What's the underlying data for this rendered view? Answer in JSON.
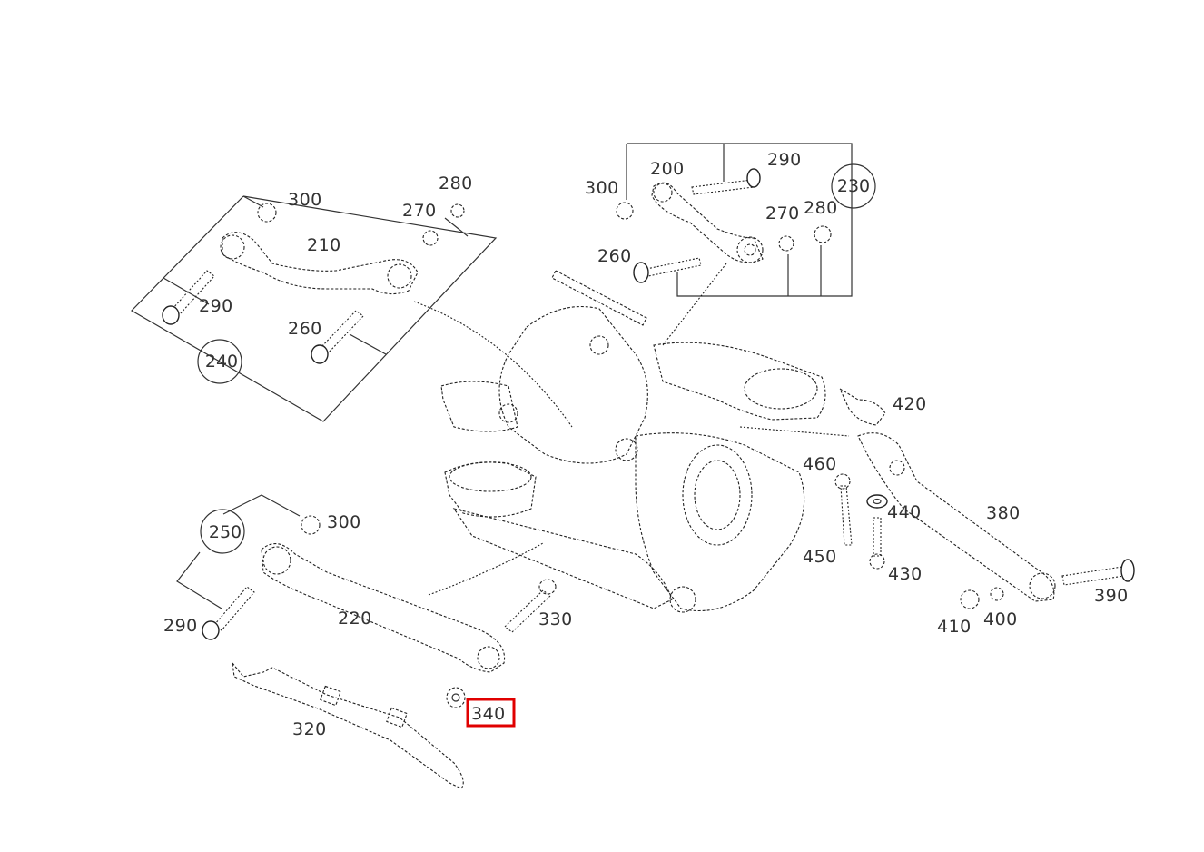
{
  "diagram": {
    "labels": {
      "p200": "200",
      "p290a": "290",
      "p230": "230",
      "p300a": "300",
      "p270a": "270",
      "p280a": "280",
      "p260a": "260",
      "p300b": "300",
      "p280b": "280",
      "p270b": "270",
      "p210": "210",
      "p290b": "290",
      "p260b": "260",
      "p240": "240",
      "p420": "420",
      "p460": "460",
      "p440": "440",
      "p380": "380",
      "p450": "450",
      "p430": "430",
      "p390": "390",
      "p410": "410",
      "p400": "400",
      "p250": "250",
      "p300c": "300",
      "p220": "220",
      "p290c": "290",
      "p330": "330",
      "p320": "320",
      "p340": "340"
    },
    "highlight": {
      "label": "340",
      "color": "#e00000"
    }
  }
}
